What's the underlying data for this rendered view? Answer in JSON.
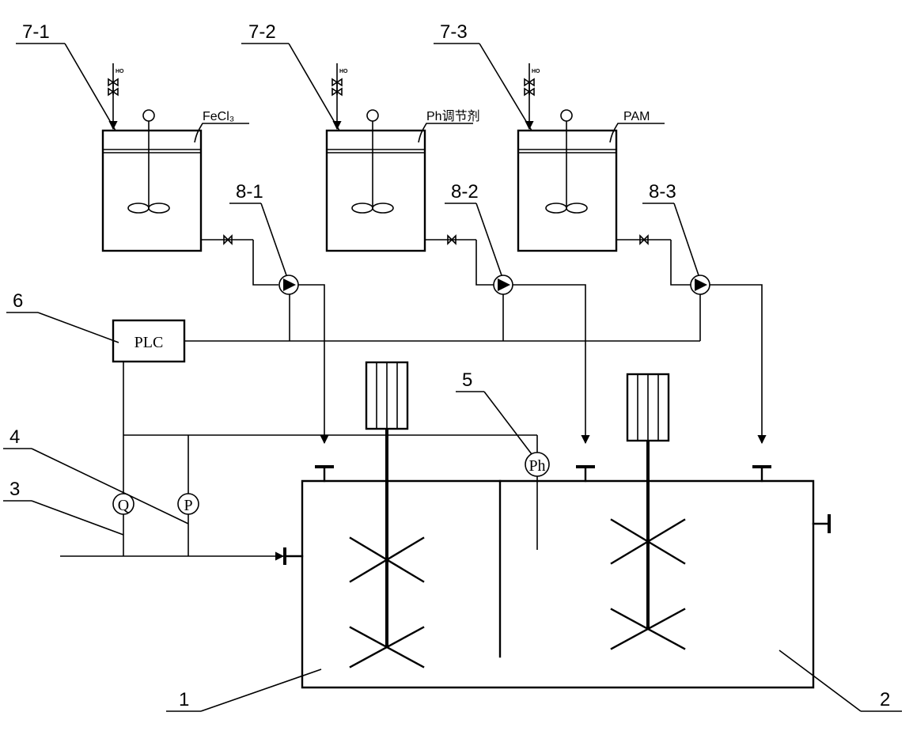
{
  "labels": {
    "tank_7_1": "7-1",
    "tank_7_2": "7-2",
    "tank_7_3": "7-3",
    "pump_8_1": "8-1",
    "pump_8_2": "8-2",
    "pump_8_3": "8-3",
    "plc_ref": "6",
    "ph_ref": "5",
    "p_ref": "4",
    "q_ref": "3",
    "reactor_1": "1",
    "reactor_2": "2"
  },
  "chemicals": {
    "tank_7_1": "FeCl₃",
    "tank_7_2": "Ph调节剂",
    "tank_7_3": "PAM"
  },
  "water_inlet": "HO",
  "plc": "PLC",
  "instruments": {
    "flow": "Q",
    "pressure": "P",
    "ph": "Ph"
  }
}
